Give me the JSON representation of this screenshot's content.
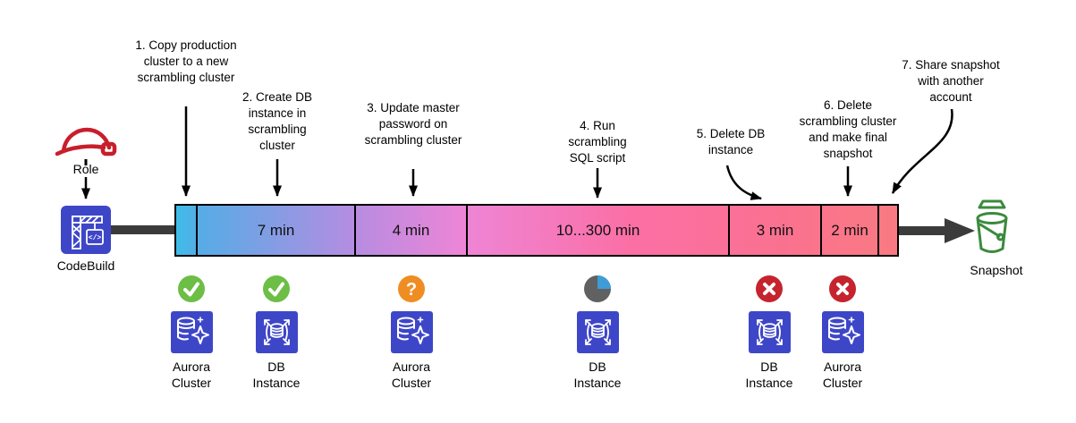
{
  "diagram": {
    "role": {
      "label": "Role",
      "icon": "hard-hat-icon"
    },
    "codebuild": {
      "label": "CodeBuild",
      "icon": "codebuild-icon"
    },
    "snapshot": {
      "label": "Snapshot",
      "icon": "bucket-icon"
    },
    "timeline": {
      "segments": [
        {
          "label": ""
        },
        {
          "label": "7 min"
        },
        {
          "label": "4 min"
        },
        {
          "label": "10...300 min"
        },
        {
          "label": "3 min"
        },
        {
          "label": "2 min"
        },
        {
          "label": ""
        }
      ]
    },
    "annotations": [
      {
        "text": "1. Copy production cluster to a new scrambling cluster"
      },
      {
        "text": "2. Create DB instance in scrambling cluster"
      },
      {
        "text": "3. Update master password on scrambling cluster"
      },
      {
        "text": "4. Run scrambling SQL script"
      },
      {
        "text": "5. Delete DB instance"
      },
      {
        "text": "6. Delete scrambling cluster and make final snapshot"
      },
      {
        "text": "7. Share snapshot with another account"
      }
    ],
    "steps": [
      {
        "status": "success-check-icon",
        "resource": "aurora-cluster-icon",
        "label": "Aurora Cluster"
      },
      {
        "status": "success-check-icon",
        "resource": "db-instance-icon",
        "label": "DB Instance"
      },
      {
        "status": "question-icon",
        "resource": "aurora-cluster-icon",
        "label": "Aurora Cluster"
      },
      {
        "status": "in-progress-pie-icon",
        "resource": "db-instance-icon",
        "label": "DB Instance"
      },
      {
        "status": "deleted-x-icon",
        "resource": "db-instance-icon",
        "label": "DB Instance"
      },
      {
        "status": "deleted-x-icon",
        "resource": "aurora-cluster-icon",
        "label": "Aurora Cluster"
      }
    ],
    "colors": {
      "bar_gradient_start": "#3EBDE9",
      "bar_gradient_mid": "#EE85D6",
      "bar_gradient_end": "#F97A82",
      "success_green": "#6CBE45",
      "question_orange": "#EF8D22",
      "deleted_red": "#C5242E",
      "pie_blue": "#3E9CD6",
      "pie_gray": "#616161",
      "resource_blue": "#3E46C8",
      "role_red": "#C81E2B",
      "snapshot_green": "#3B8A3E",
      "connector_gray": "#3B3B3B"
    }
  }
}
